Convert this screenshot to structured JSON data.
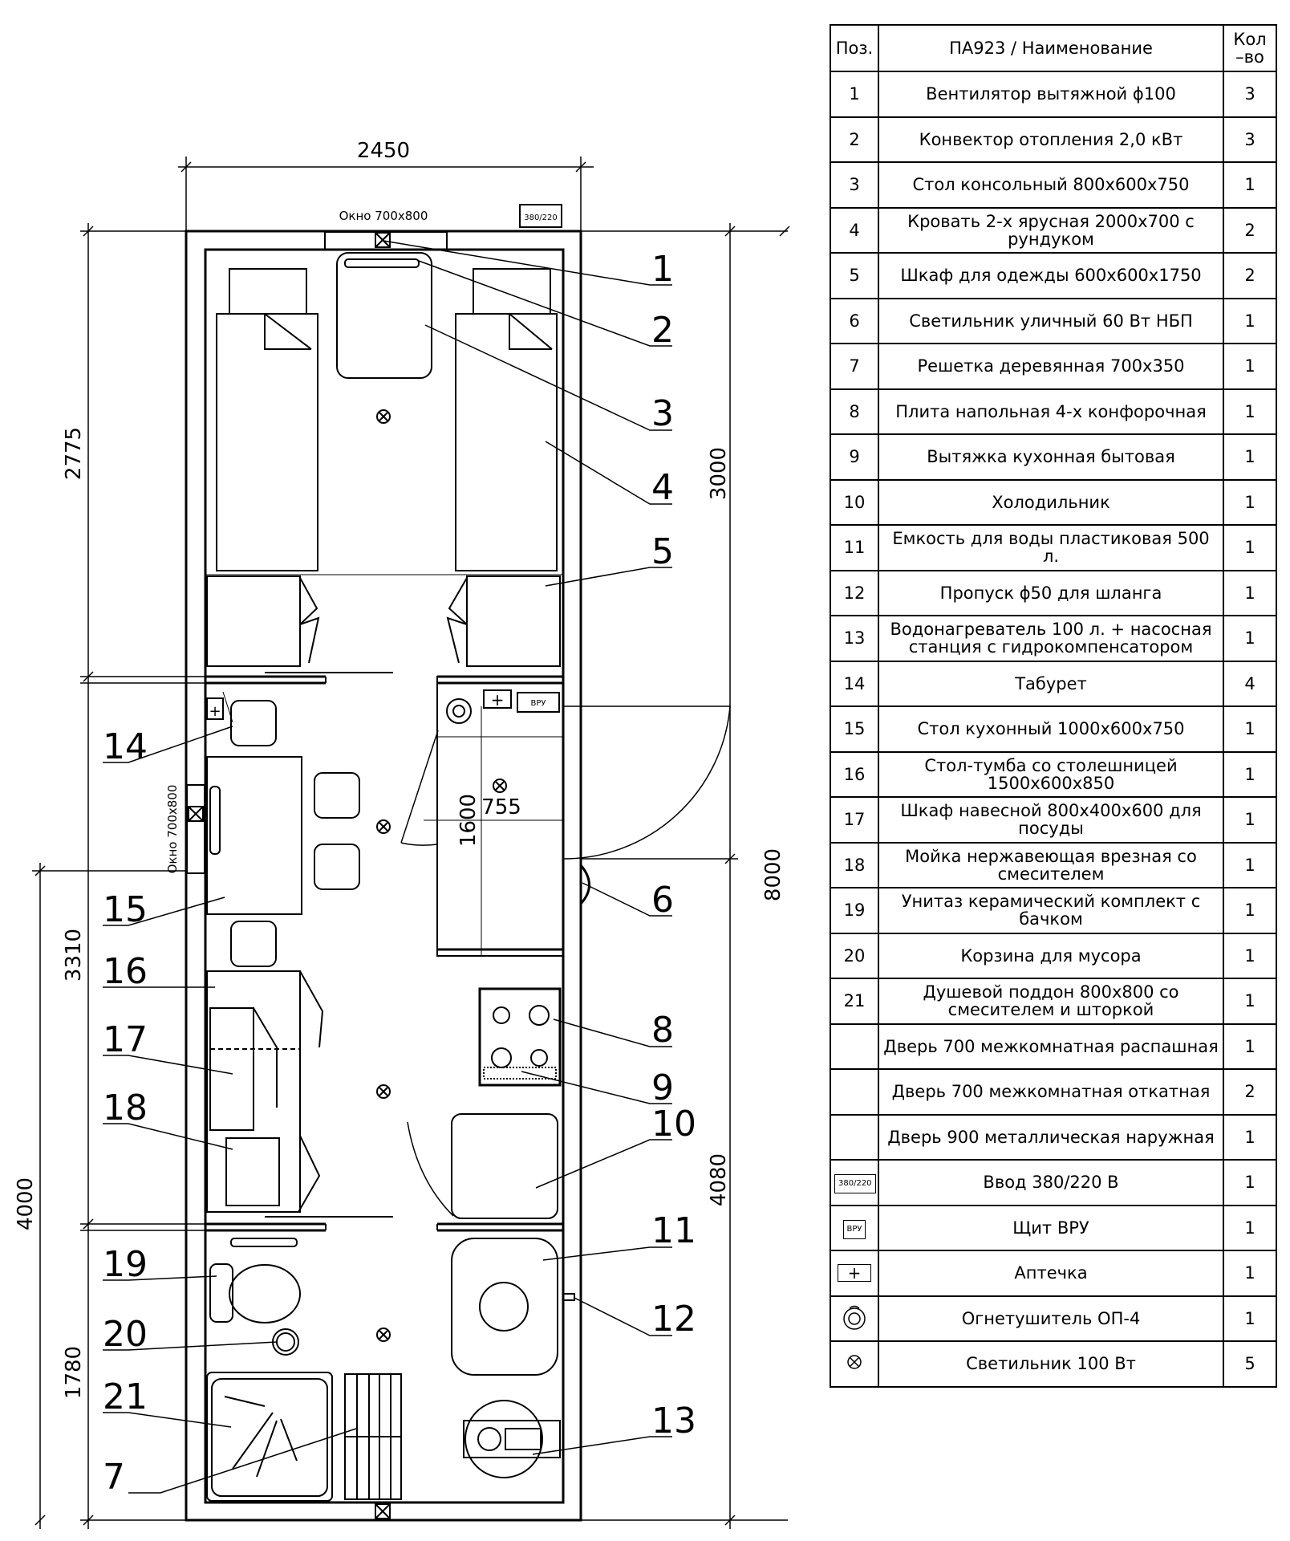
{
  "plan": {
    "dimensions": {
      "width_top": "2450",
      "left_upper": "2775",
      "left_mid": "3310",
      "left_lower": "4000",
      "left_bottom": "1780",
      "right_upper": "3000",
      "right_total": "8000",
      "right_lower": "4080",
      "kitchen_v": "1600",
      "kitchen_h": "755"
    },
    "window_top": "Окно 700х800",
    "window_left": "Окно 700х800",
    "power_input_box": "380/220",
    "vru_box": "ВРУ",
    "callouts": [
      "1",
      "2",
      "3",
      "4",
      "5",
      "6",
      "7",
      "8",
      "9",
      "10",
      "11",
      "12",
      "13",
      "14",
      "15",
      "16",
      "17",
      "18",
      "19",
      "20",
      "21"
    ]
  },
  "table": {
    "headers": {
      "pos": "Поз.",
      "name": "ПА923 / Наименование",
      "qty": "Кол\n–во"
    },
    "rows": [
      {
        "pos": "1",
        "name": "Вентилятор вытяжной ϕ100",
        "qty": "3"
      },
      {
        "pos": "2",
        "name": "Конвектор отопления 2,0 кВт",
        "qty": "3"
      },
      {
        "pos": "3",
        "name": "Стол консольный 800х600х750",
        "qty": "1"
      },
      {
        "pos": "4",
        "name": "Кровать 2-х ярусная 2000х700 с рундуком",
        "qty": "2"
      },
      {
        "pos": "5",
        "name": "Шкаф для одежды 600х600х1750",
        "qty": "2"
      },
      {
        "pos": "6",
        "name": "Светильник уличный 60 Вт НБП",
        "qty": "1"
      },
      {
        "pos": "7",
        "name": "Решетка деревянная 700х350",
        "qty": "1"
      },
      {
        "pos": "8",
        "name": "Плита напольная 4-х конфорочная",
        "qty": "1"
      },
      {
        "pos": "9",
        "name": "Вытяжка кухонная бытовая",
        "qty": "1"
      },
      {
        "pos": "10",
        "name": "Холодильник",
        "qty": "1"
      },
      {
        "pos": "11",
        "name": "Емкость для воды пластиковая 500 л.",
        "qty": "1"
      },
      {
        "pos": "12",
        "name": "Пропуск ϕ50 для шланга",
        "qty": "1"
      },
      {
        "pos": "13",
        "name": "Водонагреватель 100 л. + насосная станция с гидрокомпенсатором",
        "qty": "1"
      },
      {
        "pos": "14",
        "name": "Табурет",
        "qty": "4"
      },
      {
        "pos": "15",
        "name": "Стол кухонный 1000х600х750",
        "qty": "1"
      },
      {
        "pos": "16",
        "name": "Стол-тумба со столешницей 1500х600х850",
        "qty": "1"
      },
      {
        "pos": "17",
        "name": "Шкаф навесной 800х400х600 для посуды",
        "qty": "1"
      },
      {
        "pos": "18",
        "name": "Мойка нержавеющая врезная со смесителем",
        "qty": "1"
      },
      {
        "pos": "19",
        "name": "Унитаз керамический комплект с бачком",
        "qty": "1"
      },
      {
        "pos": "20",
        "name": "Корзина для мусора",
        "qty": "1"
      },
      {
        "pos": "21",
        "name": "Душевой поддон 800х800 со смесителем и шторкой",
        "qty": "1"
      },
      {
        "pos": "",
        "name": "Дверь 700 межкомнатная распашная",
        "qty": "1"
      },
      {
        "pos": "",
        "name": "Дверь 700 межкомнатная откатная",
        "qty": "2"
      },
      {
        "pos": "",
        "name": "Дверь 900 металлическая наружная",
        "qty": "1"
      },
      {
        "pos": "",
        "symbol": "box-380",
        "symbol_text": "380/220",
        "name": "Ввод 380/220 В",
        "qty": "1"
      },
      {
        "pos": "",
        "symbol": "box-vru",
        "symbol_text": "ВРУ",
        "name": "Щит ВРУ",
        "qty": "1"
      },
      {
        "pos": "",
        "symbol": "first-aid-icon",
        "name": "Аптечка",
        "qty": "1"
      },
      {
        "pos": "",
        "symbol": "extinguisher-icon",
        "name": "Огнетушитель ОП-4",
        "qty": "1"
      },
      {
        "pos": "",
        "symbol": "lamp-icon",
        "name": "Светильник 100 Вт",
        "qty": "5"
      }
    ]
  }
}
